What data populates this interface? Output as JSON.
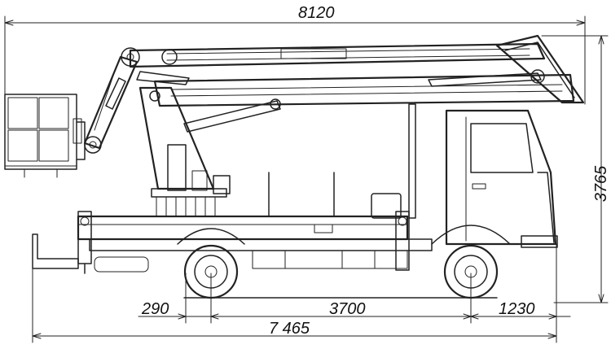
{
  "dimensions": {
    "overall_length_with_boom": "8120",
    "overall_height": "3765",
    "front_overhang": "1230",
    "wheelbase": "3700",
    "rear_offset": "290",
    "chassis_length": "7 465"
  }
}
